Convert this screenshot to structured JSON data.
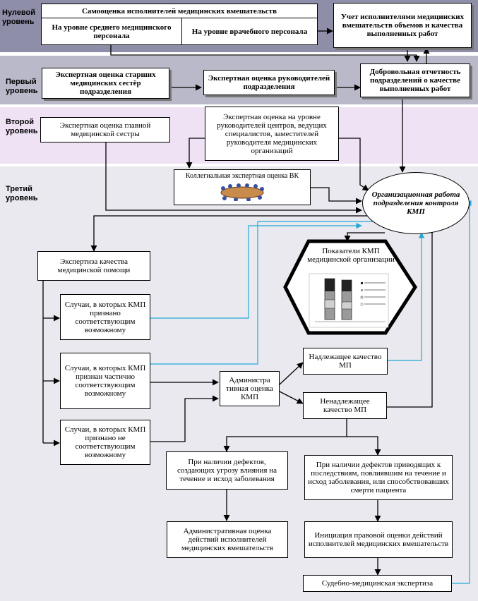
{
  "levels": {
    "zero": "Нулевой уровень",
    "first": "Первый уровень",
    "second": "Второй уровень",
    "third": "Третий уровень"
  },
  "boxes": {
    "self_assessment": "Самооценка исполнителей медицинских вмешательств",
    "nursing_level": "На уровне среднего медицинского персонала",
    "doctor_level": "На уровне врачебного персонала",
    "accounting": "Учет исполнителями медицинских вмешательств объемов и качества выполненных работ",
    "senior_nurses": "Экспертная оценка старших медицинских сестёр подразделения",
    "heads": "Экспертная оценка руководителей подразделения",
    "voluntary_report": "Добровольная отчетность подразделений о качестве выполненных работ",
    "chief_nurse": "Экспертная оценка главной медицинской сестры",
    "centers_heads": "Экспертная оценка на уровне руководителей центров, ведущих специалистов, заместителей руководителя медицинских организаций",
    "collegial": "Коллегиальная экспертная оценка ВК",
    "org_work": "Организационная работа подразделения контроля КМП",
    "expertise": "Экспертиза качества медицинской помощи",
    "case_full": "Случаи, в которых КМП признано соответствующим возможному",
    "case_partial": "Случаи, в которых КМП признан частично соответствующим возможному",
    "case_none": "Случаи, в которых КМП признано не соответствующим возможному",
    "admin_assessment": "Администра тивная оценка КМП",
    "proper": "Надлежащее качество МП",
    "improper": "Ненадлежащее качество МП",
    "defects_threat": "При наличии дефектов, создающих угрозу влияния на течение и исход заболевания",
    "defects_consequences": "При наличии дефектов приводящих к последствиям, повлиявшим на течение и исход заболевания, или способствовавших смерти пациента",
    "admin_evaluation": "Административная оценка действий исполнителей медицинских вмешательств",
    "legal_evaluation": "Инициация правовой оценки действий исполнителей медицинских вмешательств",
    "forensic": "Судебно-медицинская экспертиза"
  },
  "indicators": {
    "label": "Показатели КМП медицинской организации"
  },
  "colors": {
    "band_zero": "#8e8ea8",
    "band_first": "#b9b9c9",
    "band_second": "#efe2f4",
    "band_third": "#e9e9ef",
    "blue_line": "#23a8d6"
  }
}
